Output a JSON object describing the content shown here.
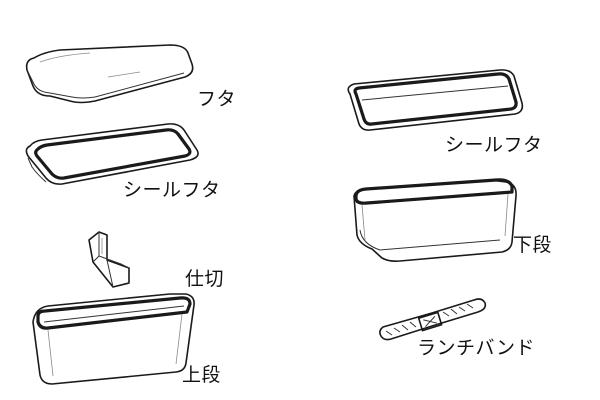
{
  "parts": {
    "lid": "フタ",
    "seal_lid_left": "シールフタ",
    "divider": "仕切",
    "upper_tier": "上段",
    "seal_lid_right": "シールフタ",
    "lower_tier": "下段",
    "lunch_band": "ランチバンド"
  }
}
